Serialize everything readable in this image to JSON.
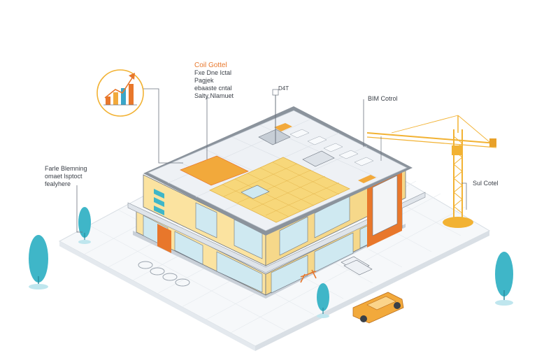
{
  "callouts": {
    "cost_control": {
      "title": "Coil Gottel",
      "lines": [
        "Fxe Dne Ictal",
        "Pagjek",
        "ebaaste cntal",
        "Salty Nlamuet"
      ]
    },
    "site_planning": {
      "lines": [
        "Farle Blemning",
        "omaet lsptoct",
        "fealyhere"
      ]
    },
    "rooftop_sign": {
      "text": "D4T"
    },
    "bim_control": {
      "text": "BIM Cotrol"
    },
    "soil_control": {
      "text": "Sul Cotel"
    }
  },
  "chart_icon": {
    "type": "bar",
    "values": [
      2,
      3,
      4,
      5
    ],
    "colors": [
      "#e8772b",
      "#f2a93b",
      "#3aa6c9",
      "#e8772b"
    ],
    "trend": "up"
  },
  "colors": {
    "accent": "#e8772b",
    "facade": "#fbe3a0",
    "roof": "#eef1f5",
    "teal": "#3fb6c8",
    "crane": "#f2b233",
    "car": "#f2a93b",
    "outline": "#6b737e"
  }
}
